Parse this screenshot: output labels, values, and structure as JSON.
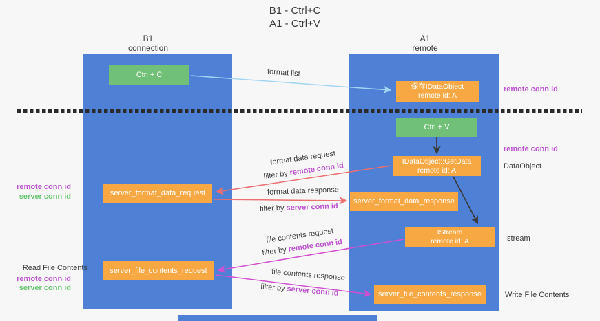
{
  "title": {
    "line1": "B1 - Ctrl+C",
    "line2": "A1 - Ctrl+V"
  },
  "columns": {
    "left": {
      "title": "B1",
      "subtitle": "connection"
    },
    "right": {
      "title": "A1",
      "subtitle": "remote"
    }
  },
  "boxes": {
    "ctrl_c": "Ctrl + C",
    "ctrl_v": "Ctrl + V",
    "save_dataobject": {
      "line1": "保存IDataObject",
      "line2": "remote id: A"
    },
    "getdata": {
      "line1": "IDataObject::GetData",
      "line2": "remote id: A"
    },
    "istream": {
      "line1": "IStream",
      "line2": "remote id: A"
    },
    "format_request": "server_format_data_request",
    "format_response": "server_format_data_response",
    "file_request": "server_file_contents_request",
    "file_response": "server_file_contents_response"
  },
  "arrow_labels": {
    "format_list": "format list",
    "format_data_request": "format data request",
    "format_data_response": "format data response",
    "file_contents_request": "file contents request",
    "file_contents_response": "file contents response",
    "filter_by": "filter by",
    "remote_conn_id": "remote conn id",
    "server_conn_id": "server conn id"
  },
  "side_labels": {
    "remote_conn_id": "remote conn id",
    "server_conn_id": "server conn id",
    "dataobject": "DataObject",
    "istream": "Istream",
    "read_file_contents": "Read File Contents",
    "write_file_contents": "Write File Contents"
  },
  "colors": {
    "lifeline_blue": "#4e81d6",
    "box_green": "#71c077",
    "box_orange": "#f7a843",
    "purple_text": "#bd53cf",
    "green_text": "#67c46f",
    "arrow_lightblue": "#a3d5f2",
    "arrow_red": "#ec6e6e",
    "arrow_magenta": "#d24fd0",
    "arrow_black": "#3a3a3a",
    "background": "#f7f7f8"
  }
}
